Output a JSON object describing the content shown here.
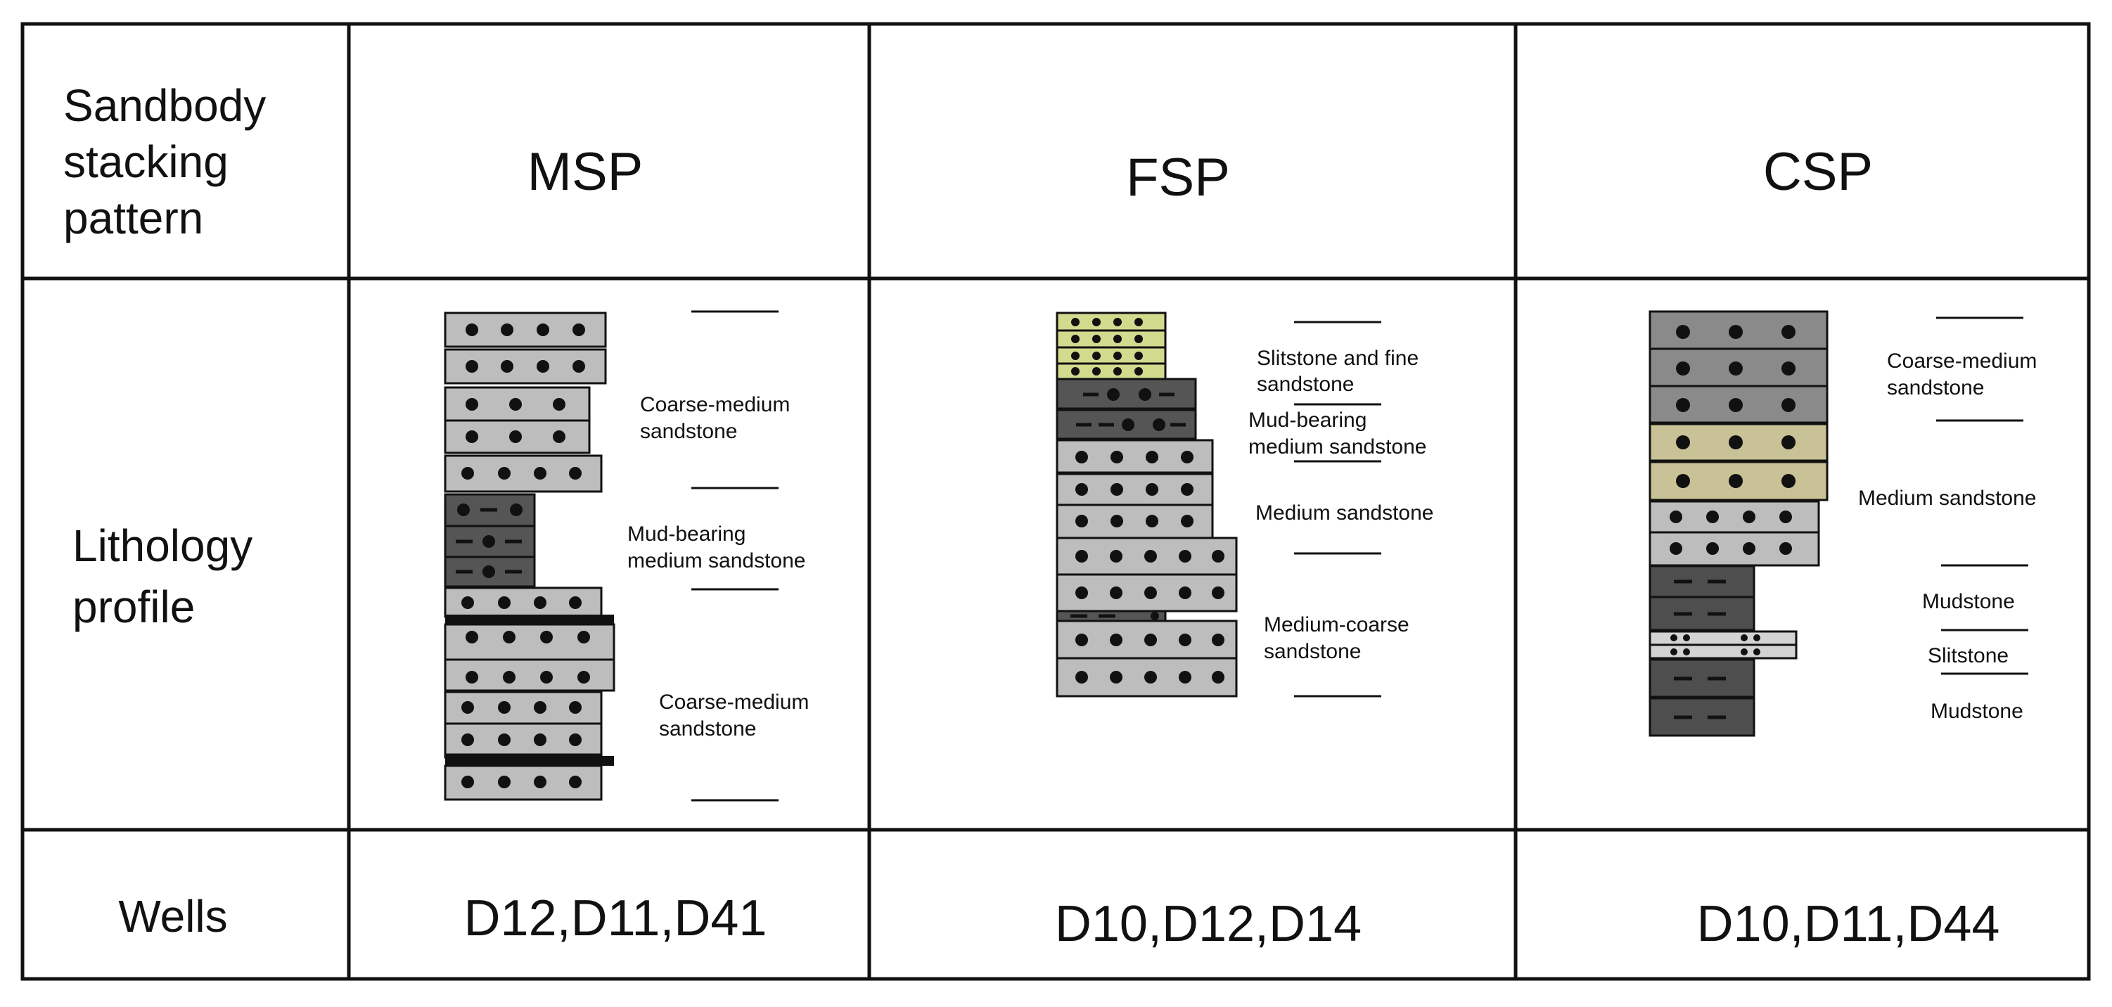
{
  "header": {
    "row_label_lines": [
      "Sandbody",
      "stacking",
      "pattern"
    ],
    "columns": [
      "MSP",
      "FSP",
      "CSP"
    ]
  },
  "lithology_row": {
    "label_lines": [
      "Lithology",
      "profile"
    ]
  },
  "wells_row": {
    "label": "Wells",
    "values": [
      "D12,D11,D41",
      "D10,D12,D14",
      "D10,D11,D44"
    ]
  },
  "profiles": {
    "msp": {
      "label_1": [
        "Coarse-medium",
        "sandstone"
      ],
      "label_2": [
        "Mud-bearing",
        "medium sandstone"
      ],
      "label_3": [
        "Coarse-medium",
        "sandstone"
      ]
    },
    "fsp": {
      "label_1": [
        "Slitstone and fine",
        "sandstone"
      ],
      "label_2": [
        "Mud-bearing",
        "medium sandstone"
      ],
      "label_3": [
        "Medium sandstone"
      ],
      "label_4": [
        "Medium-coarse",
        "sandstone"
      ]
    },
    "csp": {
      "label_1": [
        "Coarse-medium",
        "sandstone"
      ],
      "label_2": [
        "Medium sandstone"
      ],
      "label_3": [
        "Mudstone"
      ],
      "label_4": [
        "Slitstone"
      ],
      "label_5": [
        "Mudstone"
      ]
    }
  },
  "colors": {
    "coarse_sandstone": "#bdbdbd",
    "mud_bearing": "#555555",
    "silt_fine": "#d2da8e",
    "csp_coarse": "#8a8a8a",
    "csp_medium": "#c9c296",
    "mudstone": "#4e4e4e",
    "siltstone": "#d3d3d3",
    "mud_band": "#111111"
  }
}
